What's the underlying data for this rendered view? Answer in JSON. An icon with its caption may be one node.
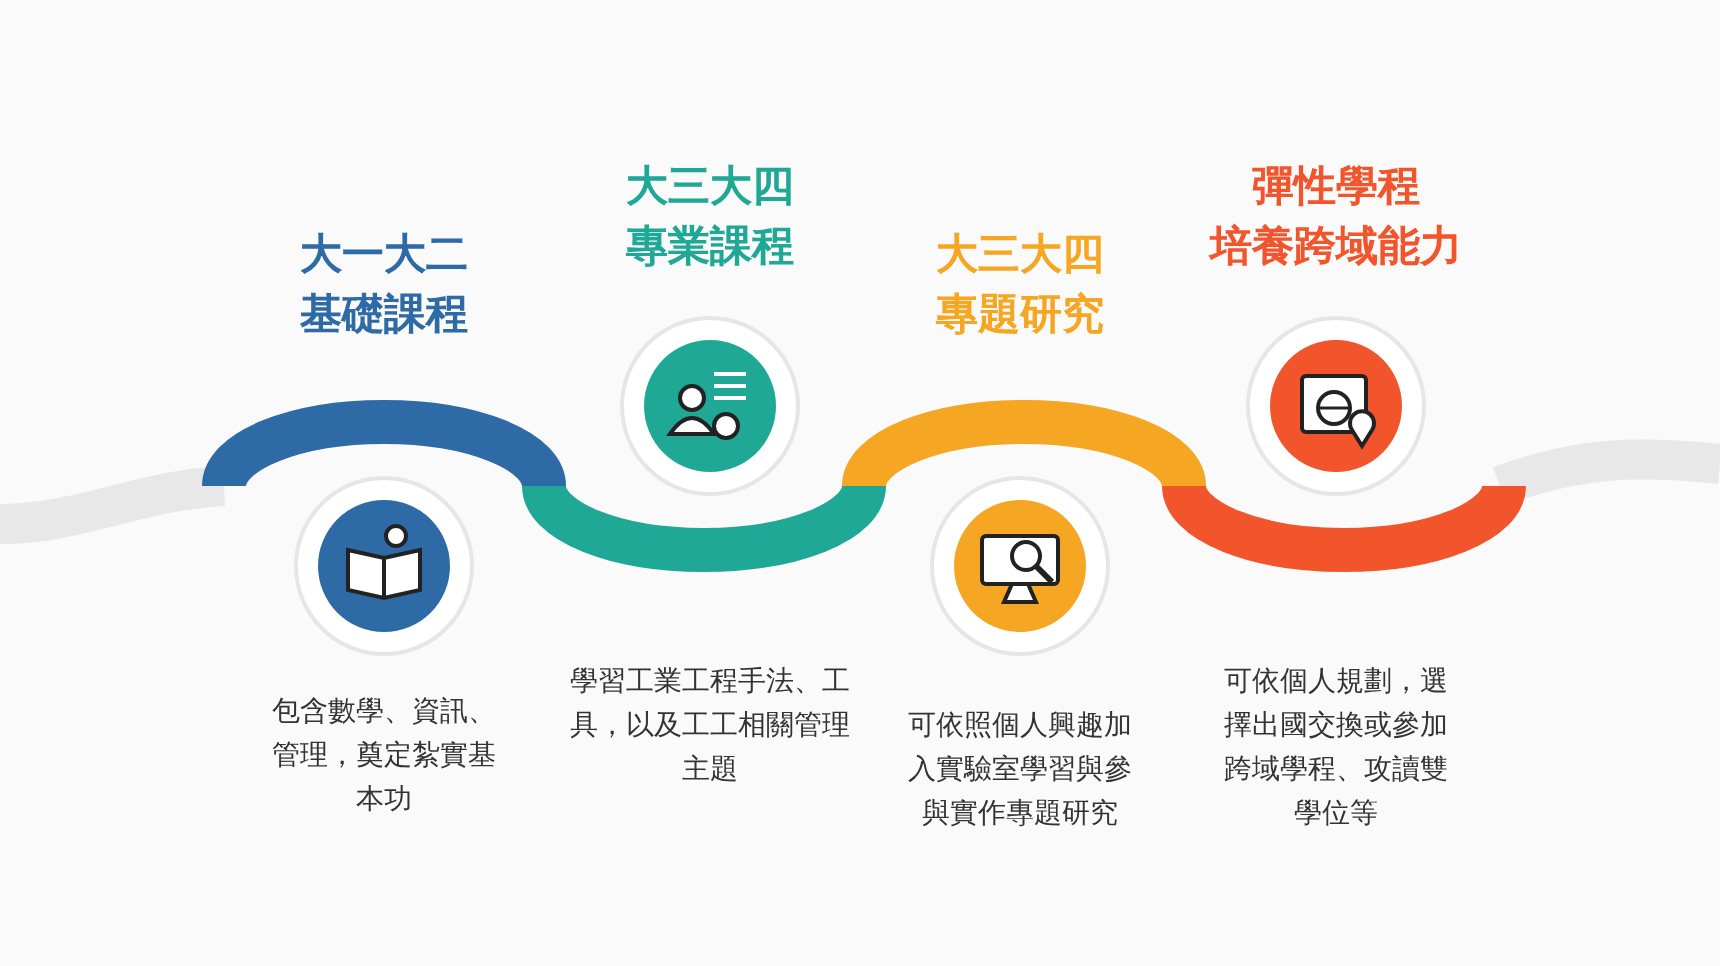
{
  "diagram": {
    "labels": [
      "大一大二",
      "基礎課程",
      "大三大四",
      "專業課程",
      "大三大四",
      "專題研究",
      "彈性學程",
      "培養跨域能力",
      "包含數學、資訊、管理，奠定紮實基本功",
      "學習工業工程手法、工具，以及工工相關管理主題",
      "可依照個人興趣加入實驗室學習與參與實作專題研究",
      "可依個人規劃，選擇出國交換或參加跨域學程、攻讀雙學位等"
    ]
  }
}
